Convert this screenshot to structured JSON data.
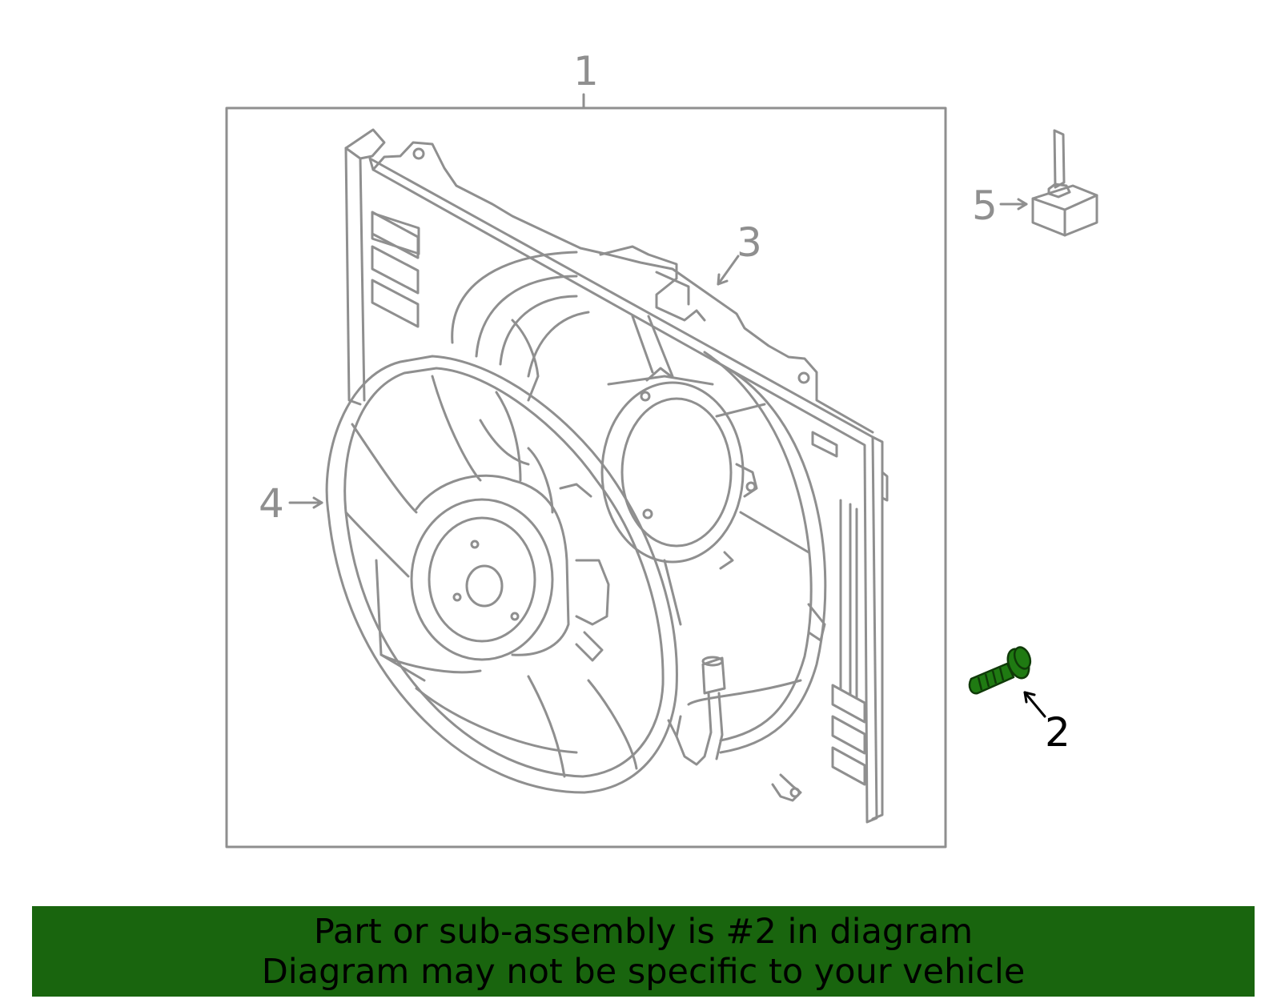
{
  "diagram": {
    "callouts": {
      "c1": "1",
      "c2": "2",
      "c3": "3",
      "c4": "4",
      "c5": "5"
    },
    "highlight_part": "2",
    "colors": {
      "line": "#8f8f8f",
      "highlight": "#1f7a12",
      "banner": "#19650e",
      "text": "#000000"
    }
  },
  "banner": {
    "line1": "Part or sub-assembly is #2 in diagram",
    "line2": "Diagram may not be specific to your vehicle"
  }
}
